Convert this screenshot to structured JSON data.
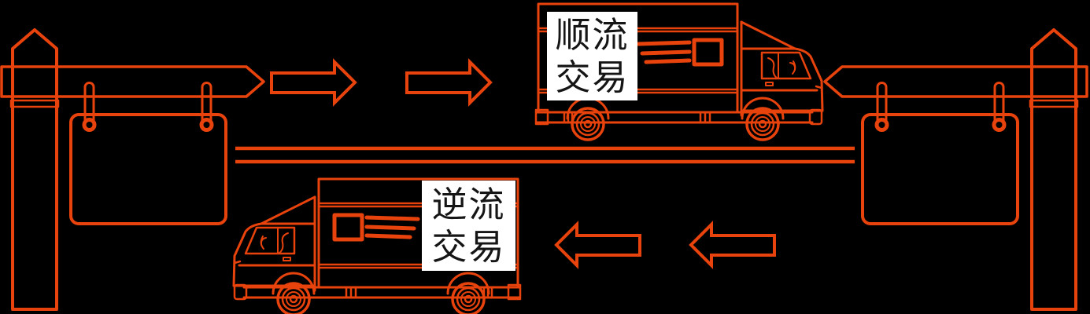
{
  "diagram": {
    "background_color": "#000000",
    "line_color": "#E8430C",
    "label_background": "#FFFFFF",
    "label_text_color": "#151515",
    "top_flow": {
      "direction": "right",
      "arrow_count": 2,
      "vehicle": "box-truck-facing-right",
      "label_line1": "顺流",
      "label_line2": "交易"
    },
    "bottom_flow": {
      "direction": "left",
      "arrow_count": 2,
      "vehicle": "box-truck-facing-left",
      "label_line1": "逆流",
      "label_line2": "交易"
    },
    "road": {
      "orientation": "horizontal",
      "line_count": 2
    },
    "signposts": {
      "left": {
        "arrow_direction": "right",
        "hanging_sign": "blank"
      },
      "right": {
        "arrow_direction": "left",
        "hanging_sign": "blank"
      }
    }
  }
}
